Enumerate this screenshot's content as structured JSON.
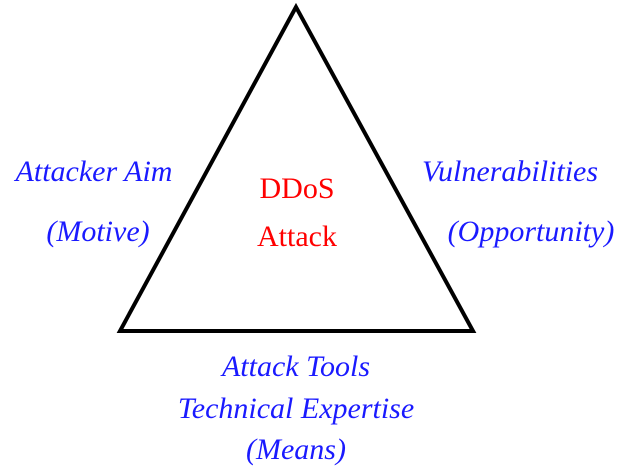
{
  "diagram": {
    "center": {
      "line1": "DDoS",
      "line2": "Attack"
    },
    "left": {
      "line1": "Attacker Aim",
      "line2": "(Motive)"
    },
    "right": {
      "line1": "Vulnerabilities",
      "line2": "(Opportunity)"
    },
    "bottom": {
      "line1": "Attack Tools",
      "line2": "Technical Expertise",
      "line3": "(Means)"
    },
    "colors": {
      "center_text": "#ff0000",
      "side_text": "#1a1aff",
      "triangle_stroke": "#000000"
    }
  }
}
